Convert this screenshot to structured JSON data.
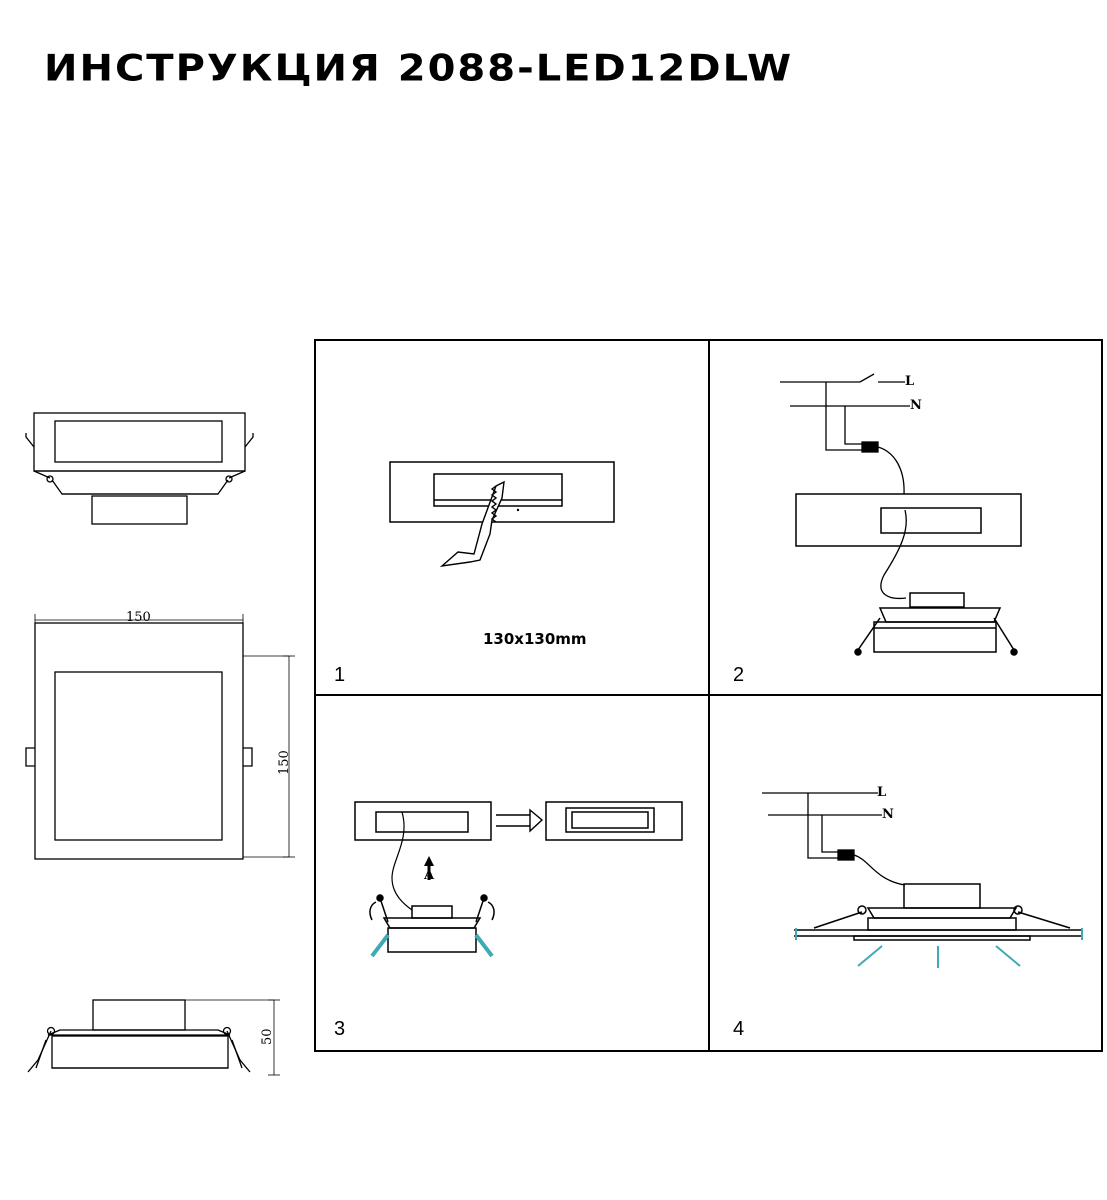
{
  "title": "ИНСТРУКЦИЯ 2088-LED12DLW",
  "dimensions": {
    "width": "150",
    "height": "150",
    "depth": "50"
  },
  "steps": [
    {
      "number": "1",
      "cutout_label": "130x130mm"
    },
    {
      "number": "2",
      "wire_L": "L",
      "wire_N": "N"
    },
    {
      "number": "3",
      "arrow_label": "A"
    },
    {
      "number": "4",
      "wire_L": "L",
      "wire_N": "N"
    }
  ],
  "colors": {
    "line": "#000000",
    "accent": "#3fa9b5"
  }
}
